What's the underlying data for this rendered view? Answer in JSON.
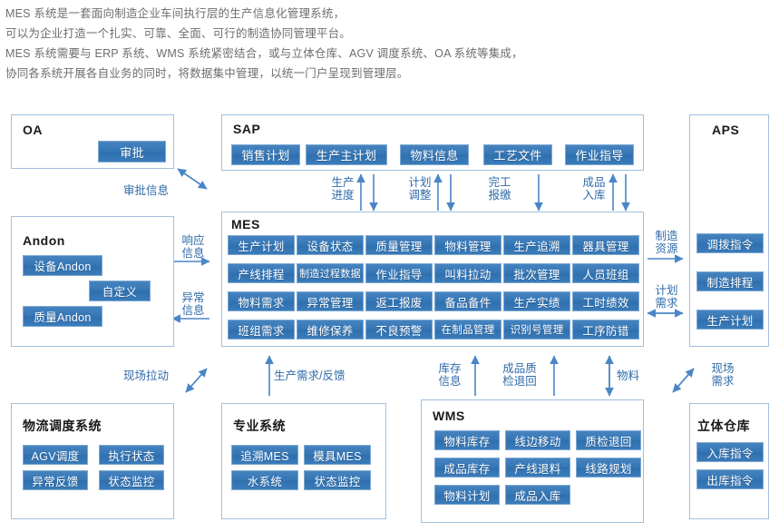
{
  "intro": {
    "lines": [
      "MES 系统是一套面向制造企业车间执行层的生产信息化管理系统，",
      "可以为企业打造一个扎实、可靠、全面、可行的制造协同管理平台。",
      "MES 系统需要与 ERP 系统、WMS 系统紧密结合，或与立体仓库、AGV 调度系统、OA 系统等集成，",
      "协同各系统开展各自业务的同时，将数据集中管理，以统一门户呈现到管理层。"
    ]
  },
  "colors": {
    "chip_blue": "#3576b5",
    "panel_border": "#9fc0de",
    "label_blue": "#2f6aa8",
    "intro_text": "#6d6d6d"
  },
  "panels": {
    "oa": {
      "title": "OA",
      "chips": [
        "审批"
      ]
    },
    "sap": {
      "title": "SAP",
      "chips": [
        "销售计划",
        "生产主计划",
        "物料信息",
        "工艺文件",
        "作业指导"
      ]
    },
    "aps": {
      "title": "APS",
      "chips": [
        "调拨指令",
        "制造排程",
        "生产计划"
      ]
    },
    "andon": {
      "title": "Andon",
      "chips": [
        "设备Andon",
        "自定义",
        "质量Andon"
      ]
    },
    "mes": {
      "title": "MES",
      "rows": [
        [
          "生产计划",
          "设备状态",
          "质量管理",
          "物料管理",
          "生产追溯",
          "器具管理"
        ],
        [
          "产线排程",
          "制造过程数据",
          "作业指导",
          "叫料拉动",
          "批次管理",
          "人员班组"
        ],
        [
          "物料需求",
          "异常管理",
          "返工报废",
          "备品备件",
          "生产实绩",
          "工时绩效"
        ],
        [
          "班组需求",
          "维修保养",
          "不良预警",
          "在制品管理",
          "识别号管理",
          "工序防错"
        ]
      ]
    },
    "logistics": {
      "title": "物流调度系统",
      "chips": [
        "AGV调度",
        "执行状态",
        "异常反馈",
        "状态监控"
      ]
    },
    "professional": {
      "title": "专业系统",
      "chips": [
        "追溯MES",
        "模具MES",
        "水系统",
        "状态监控"
      ]
    },
    "wms": {
      "title": "WMS",
      "chips": [
        "物料库存",
        "线边移动",
        "质检退回",
        "成品库存",
        "产线退料",
        "线路规划",
        "物料计划",
        "成品入库"
      ]
    },
    "warehouse": {
      "title": "立体仓库",
      "chips": [
        "入库指令",
        "出库指令"
      ]
    }
  },
  "connectors": {
    "approval_info": "审批信息",
    "response_info_l1": "响应",
    "response_info_l2": "信息",
    "abnormal_info_l1": "异常",
    "abnormal_info_l2": "信息",
    "production_progress_l1": "生产",
    "production_progress_l2": "进度",
    "plan_adjust_l1": "计划",
    "plan_adjust_l2": "调整",
    "finish_report_l1": "完工",
    "finish_report_l2": "报缴",
    "finished_instock_l1": "成品",
    "finished_instock_l2": "入库",
    "manufacturing_resource_l1": "制造",
    "manufacturing_resource_l2": "资源",
    "plan_demand_l1": "计划",
    "plan_demand_l2": "需求",
    "site_pull": "现场拉动",
    "prod_demand_feedback": "生产需求/反馈",
    "stock_info_l1": "库存",
    "stock_info_l2": "信息",
    "finished_qc_return_l1": "成品质",
    "finished_qc_return_l2": "检退回",
    "material": "物料",
    "site_demand_l1": "现场",
    "site_demand_l2": "需求"
  }
}
